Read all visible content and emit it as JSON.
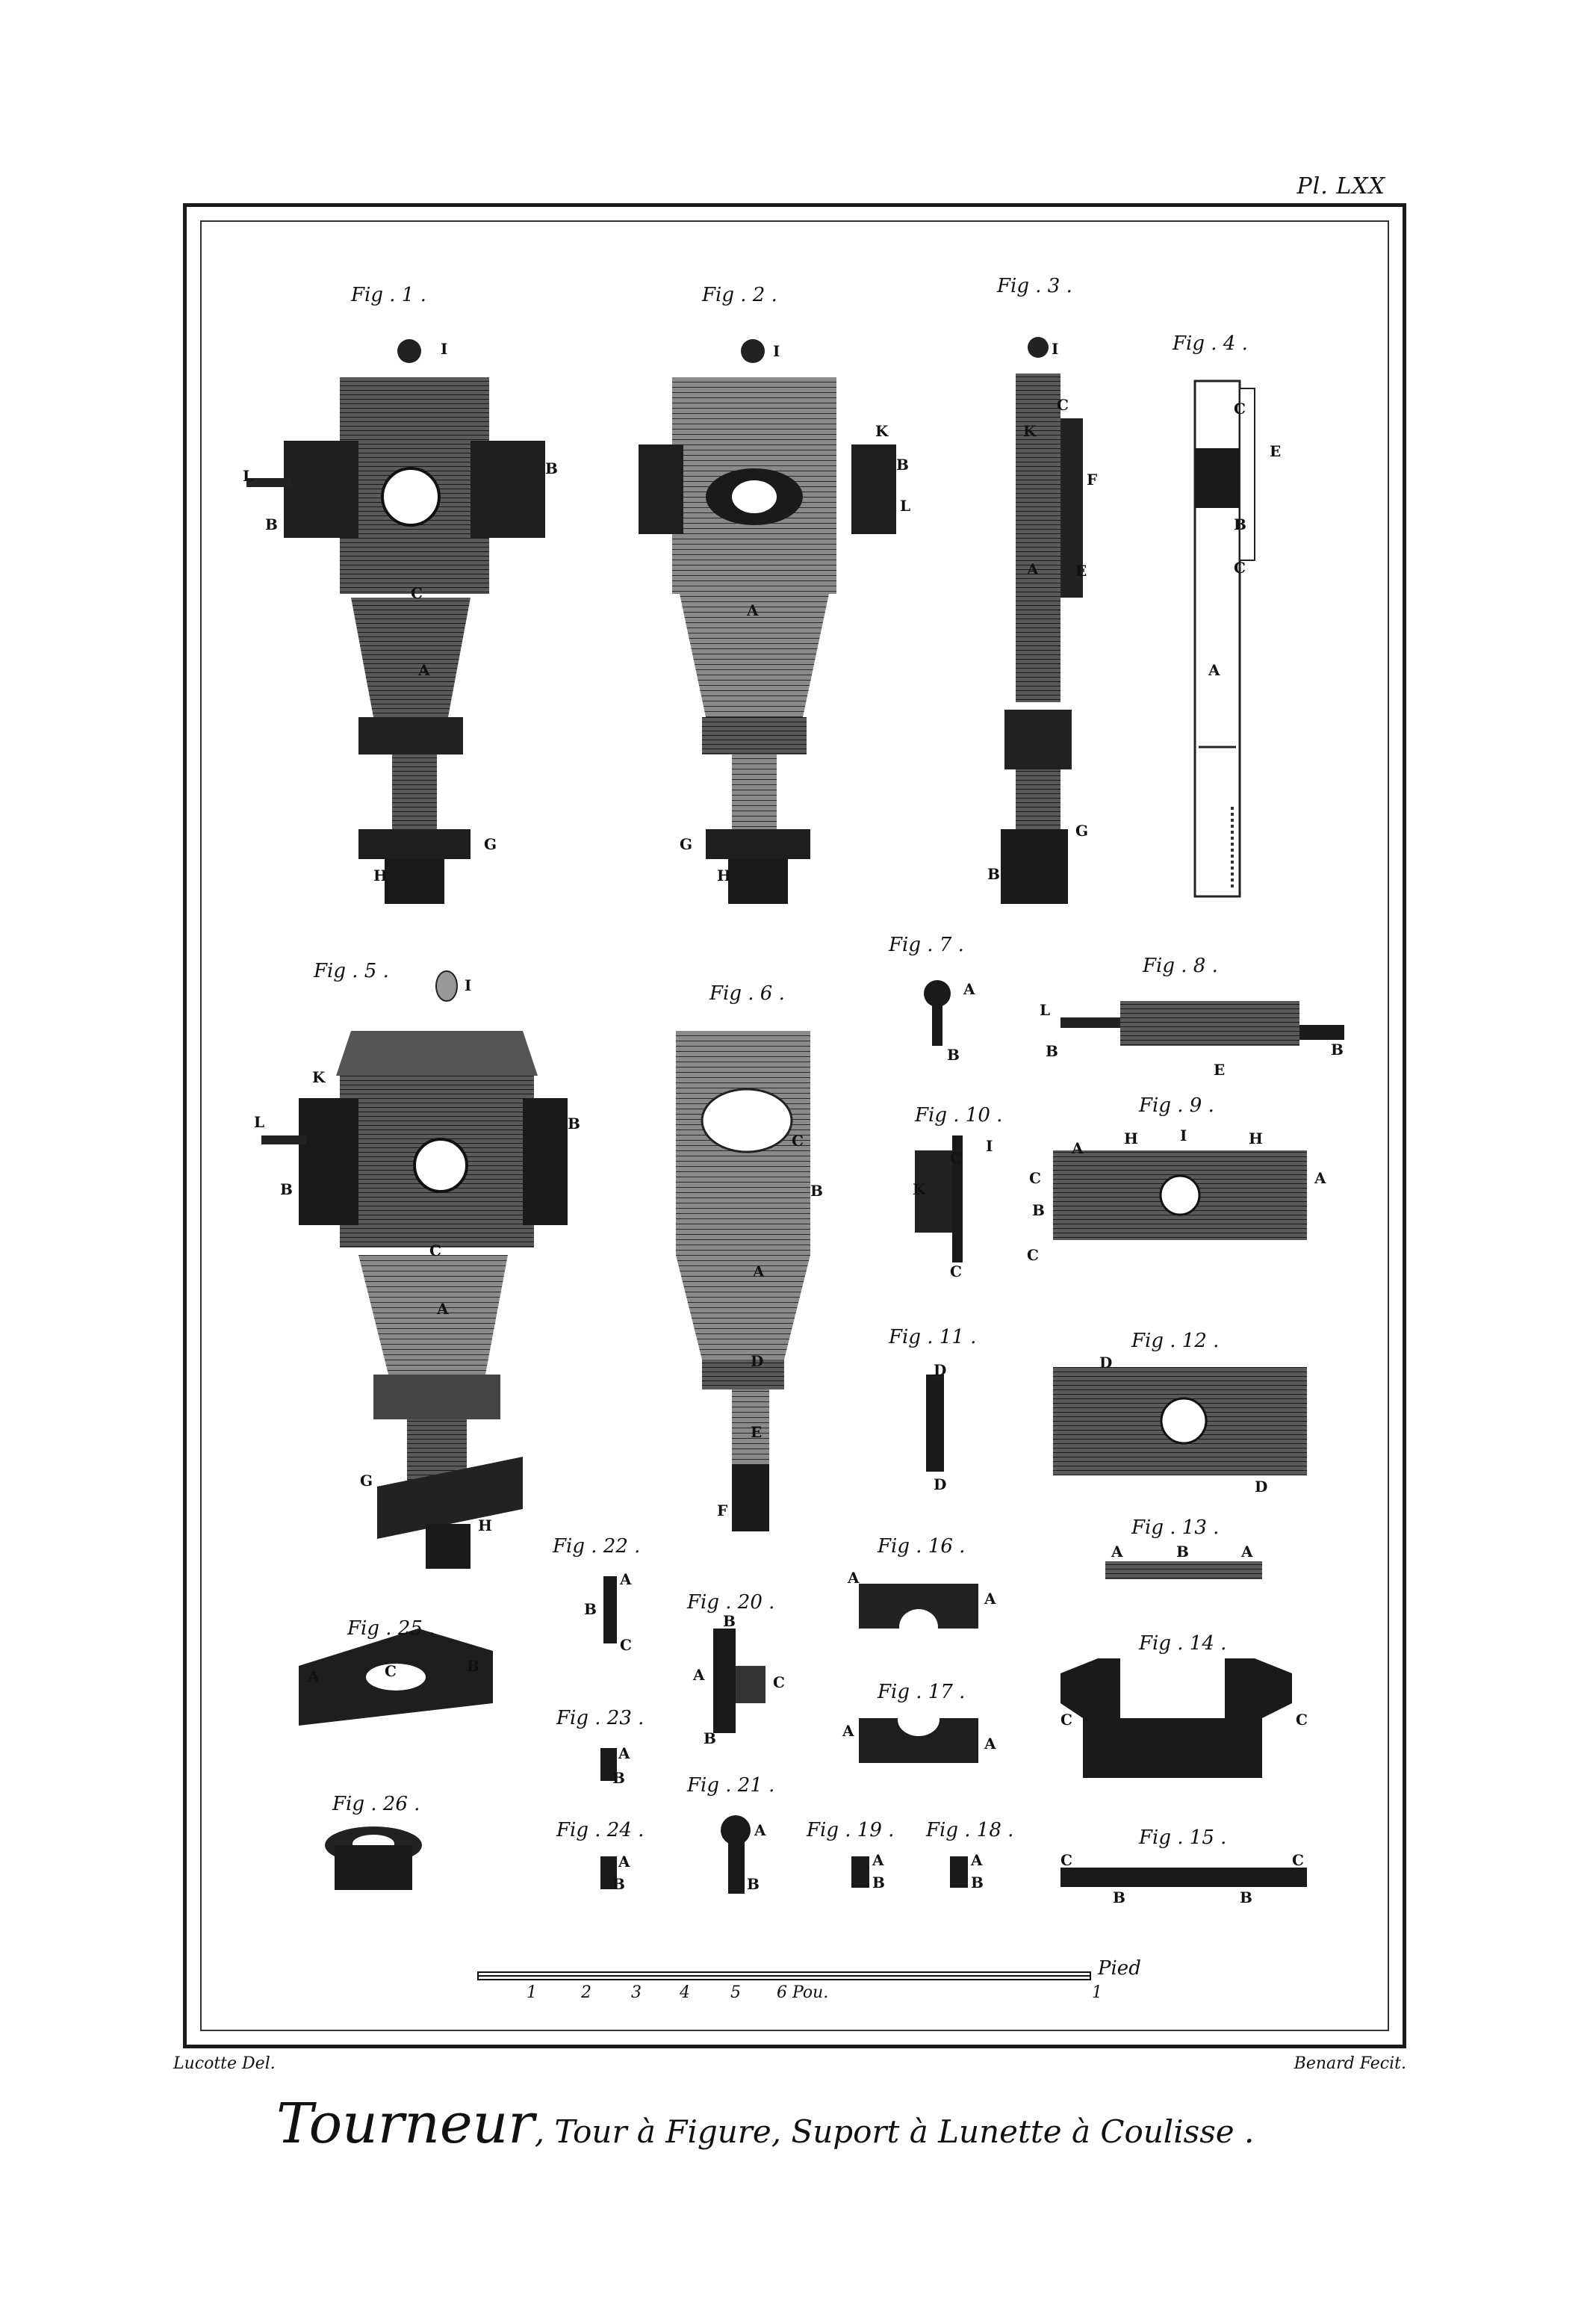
{
  "plate": {
    "number": "Pl. LXX",
    "title": "Tourneur",
    "subtitle": ", Tour à Figure, Suport à Lunette à Coulisse .",
    "drawer": "Lucotte Del.",
    "engraver": "Benard Fecit."
  },
  "figures": [
    {
      "id": "1",
      "label": "Fig . 1 .",
      "letters": [
        "I",
        "L",
        "B",
        "B",
        "C",
        "A",
        "G",
        "H"
      ]
    },
    {
      "id": "2",
      "label": "Fig . 2 .",
      "letters": [
        "I",
        "K",
        "B",
        "L",
        "A",
        "G",
        "H"
      ]
    },
    {
      "id": "3",
      "label": "Fig . 3 .",
      "letters": [
        "I",
        "C",
        "K",
        "F",
        "A",
        "E",
        "G",
        "B"
      ]
    },
    {
      "id": "4",
      "label": "Fig . 4 .",
      "letters": [
        "C",
        "E",
        "B",
        "C",
        "A"
      ]
    },
    {
      "id": "5",
      "label": "Fig . 5 .",
      "letters": [
        "I",
        "K",
        "L",
        "B",
        "B",
        "C",
        "A",
        "G",
        "H"
      ]
    },
    {
      "id": "6",
      "label": "Fig . 6 .",
      "letters": [
        "C",
        "B",
        "A",
        "D",
        "E",
        "F"
      ]
    },
    {
      "id": "7",
      "label": "Fig . 7 .",
      "letters": [
        "A",
        "B"
      ]
    },
    {
      "id": "8",
      "label": "Fig . 8 .",
      "letters": [
        "L",
        "B",
        "E",
        "B"
      ]
    },
    {
      "id": "9",
      "label": "Fig . 9 .",
      "letters": [
        "A",
        "H",
        "I",
        "H",
        "A",
        "C",
        "B",
        "C"
      ]
    },
    {
      "id": "10",
      "label": "Fig . 10 .",
      "letters": [
        "C",
        "I",
        "K",
        "C"
      ]
    },
    {
      "id": "11",
      "label": "Fig . 11 .",
      "letters": [
        "D",
        "D"
      ]
    },
    {
      "id": "12",
      "label": "Fig . 12 .",
      "letters": [
        "D",
        "D"
      ]
    },
    {
      "id": "13",
      "label": "Fig . 13 .",
      "letters": [
        "A",
        "B",
        "A"
      ]
    },
    {
      "id": "14",
      "label": "Fig . 14 .",
      "letters": [
        "C",
        "C"
      ]
    },
    {
      "id": "15",
      "label": "Fig . 15 .",
      "letters": [
        "C",
        "C",
        "B",
        "B"
      ]
    },
    {
      "id": "16",
      "label": "Fig . 16 .",
      "letters": [
        "A",
        "A"
      ]
    },
    {
      "id": "17",
      "label": "Fig . 17 .",
      "letters": [
        "A",
        "A"
      ]
    },
    {
      "id": "18",
      "label": "Fig . 18 .",
      "letters": [
        "A",
        "B"
      ]
    },
    {
      "id": "19",
      "label": "Fig . 19 .",
      "letters": [
        "A",
        "B"
      ]
    },
    {
      "id": "20",
      "label": "Fig . 20 .",
      "letters": [
        "B",
        "A",
        "C",
        "B"
      ]
    },
    {
      "id": "21",
      "label": "Fig . 21 .",
      "letters": [
        "A",
        "B"
      ]
    },
    {
      "id": "22",
      "label": "Fig . 22 .",
      "letters": [
        "A",
        "B",
        "C"
      ]
    },
    {
      "id": "23",
      "label": "Fig . 23 .",
      "letters": [
        "A",
        "B"
      ]
    },
    {
      "id": "24",
      "label": "Fig . 24 .",
      "letters": [
        "A",
        "B"
      ]
    },
    {
      "id": "25",
      "label": "Fig . 25 .",
      "letters": [
        "A",
        "C",
        "B"
      ]
    },
    {
      "id": "26",
      "label": "Fig . 26 .",
      "letters": []
    }
  ],
  "scale": {
    "ticks": [
      "1",
      "2",
      "3",
      "4",
      "5",
      "6 Pou.",
      "1"
    ],
    "unit": "Pied"
  },
  "colors": {
    "ink": "#111111",
    "paper": "#ffffff",
    "shade": "#3a3a3a"
  }
}
